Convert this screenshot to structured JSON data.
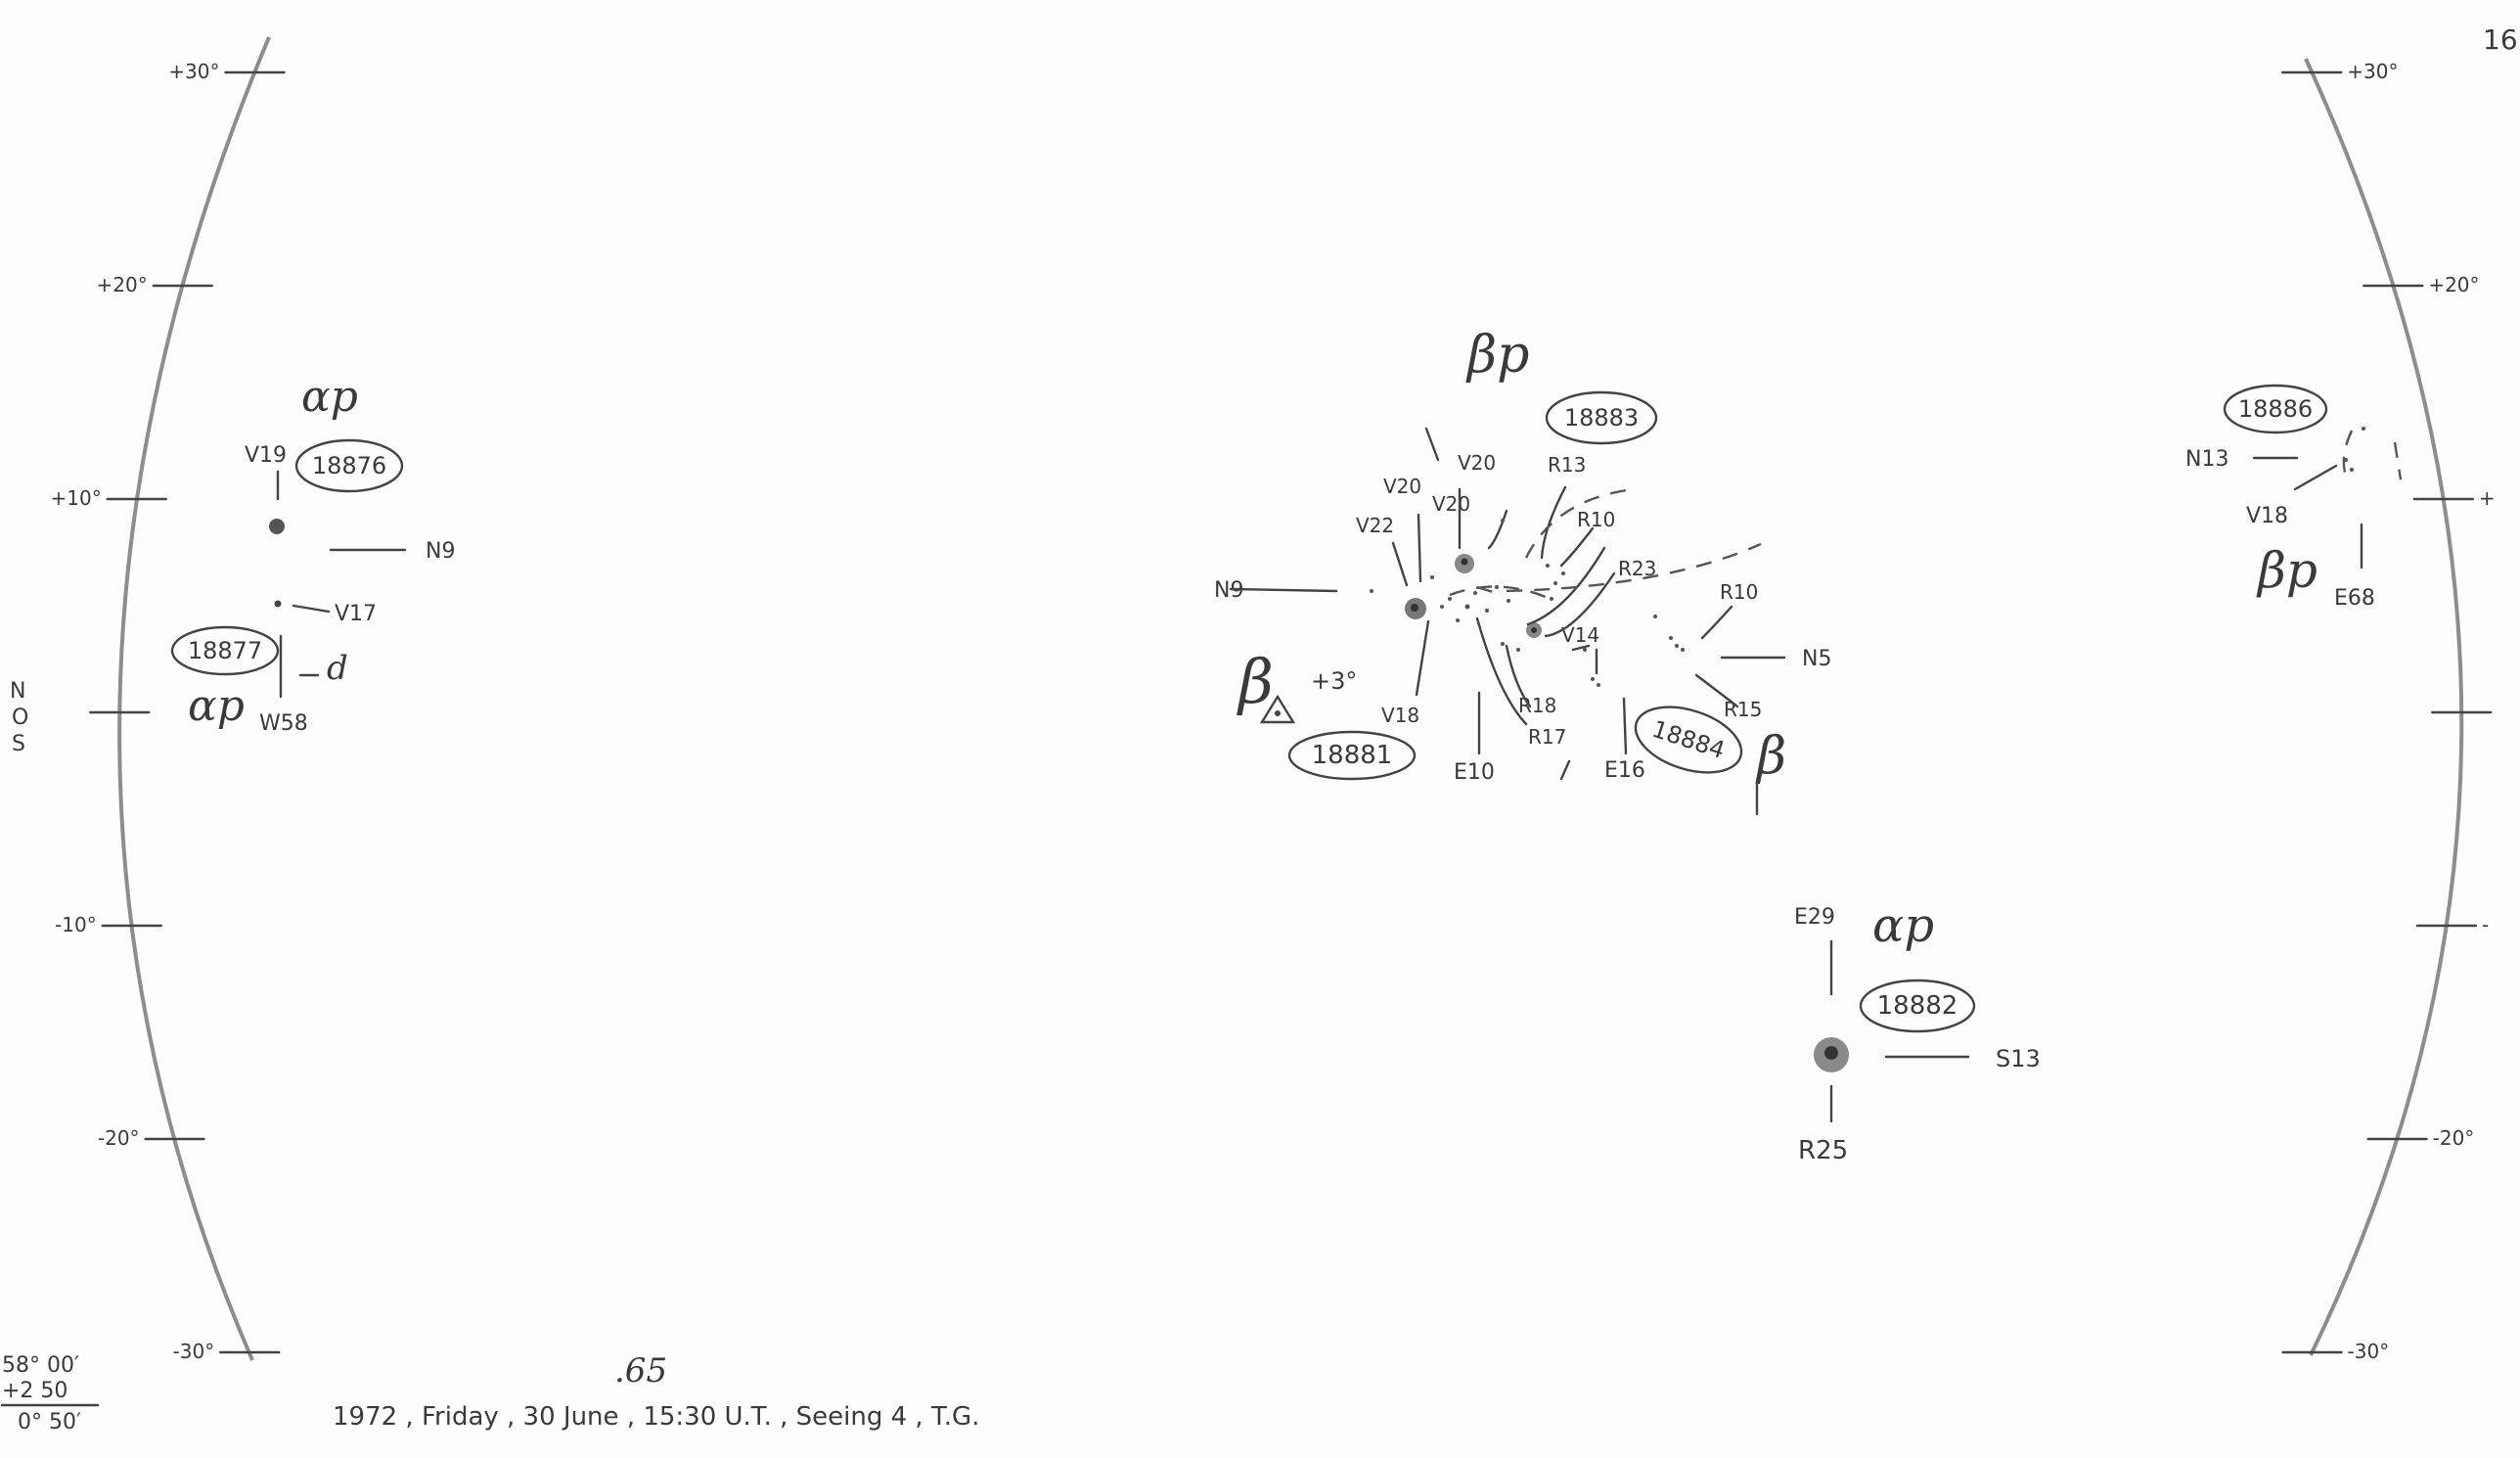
{
  "page_number": "16",
  "latitude_scale": {
    "left": [
      {
        "label": "+30°",
        "lat": 30
      },
      {
        "label": "+20°",
        "lat": 20
      },
      {
        "label": "+10°",
        "lat": 10
      },
      {
        "label": "-10°",
        "lat": -10
      },
      {
        "label": "-20°",
        "lat": -20
      },
      {
        "label": "-30°",
        "lat": -30
      }
    ],
    "right": [
      {
        "label": "+30°",
        "lat": 30
      },
      {
        "label": "+20°",
        "lat": 20
      },
      {
        "label": "+",
        "lat": 10
      },
      {
        "label": "-",
        "lat": -10
      },
      {
        "label": "-20°",
        "lat": -20
      },
      {
        "label": "-30°",
        "lat": -30
      }
    ]
  },
  "equator_labels": [
    "N",
    "O",
    "S"
  ],
  "regions": [
    {
      "number": "18876",
      "magnetic_class": "αp"
    },
    {
      "number": "18877",
      "magnetic_class": "αp"
    },
    {
      "number": "18881",
      "magnetic_class": "β"
    },
    {
      "number": "18883",
      "magnetic_class": "βp"
    },
    {
      "number": "18884",
      "magnetic_class": "β"
    },
    {
      "number": "18882",
      "magnetic_class": "αp"
    },
    {
      "number": "18886",
      "magnetic_class": "βp"
    }
  ],
  "annotations": {
    "r18876": {
      "top": "V19",
      "right": "N9"
    },
    "r18877": {
      "upper": "V17",
      "side": "d",
      "bottom": "W58"
    },
    "r1888x": {
      "v22": "V22",
      "v20a": "V20",
      "v20b": "V20",
      "v20c": "V20",
      "r13": "R13",
      "r10a": "R10",
      "r23": "R23",
      "r10b": "R10",
      "n9": "N9",
      "n5": "N5",
      "plus3": "+3°",
      "v14": "V14",
      "r18": "R18",
      "r17": "R17",
      "r15": "R15",
      "v18": "V18",
      "e10": "E10",
      "e16": "E16"
    },
    "r18882": {
      "top": "E29",
      "right": "S13",
      "bottom": "R25"
    },
    "r18886": {
      "left": "N13",
      "lower": "V18",
      "bottom": "E68"
    }
  },
  "calculation": {
    "line1": "58° 00′",
    "line2": "+2 50",
    "line3": "0° 50′"
  },
  "footer": {
    "text": "1972 ,  Friday ,  30  June ,    15:30  U.T. ,   Seeing  4  ,   T.G.",
    "superscript": ".65"
  }
}
